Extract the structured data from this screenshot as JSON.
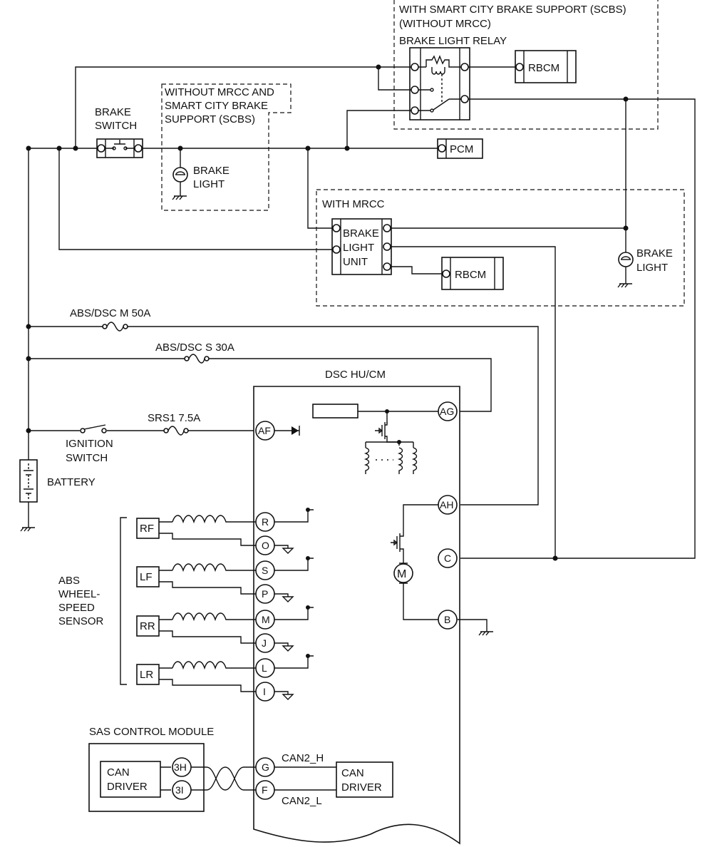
{
  "zones": {
    "scbs": {
      "line1": "WITH SMART CITY BRAKE SUPPORT (SCBS)",
      "line2": "(WITHOUT MRCC)"
    },
    "no_mrcc": {
      "line1": "WITHOUT MRCC AND",
      "line2": "SMART CITY BRAKE",
      "line3": "SUPPORT (SCBS)"
    },
    "mrcc": {
      "label": "WITH MRCC"
    }
  },
  "components": {
    "brake_light_relay": "BRAKE LIGHT RELAY",
    "rbcm": "RBCM",
    "brake_switch": {
      "line1": "BRAKE",
      "line2": "SWITCH"
    },
    "pcm": "PCM",
    "brake_light": {
      "line1": "BRAKE",
      "line2": "LIGHT"
    },
    "brake_light_unit": {
      "line1": "BRAKE",
      "line2": "LIGHT",
      "line3": "UNIT"
    },
    "ignition_switch": {
      "line1": "IGNITION",
      "line2": "SWITCH"
    },
    "battery": "BATTERY",
    "dsc": "DSC HU/CM",
    "motor": "M",
    "sensor_group": {
      "line1": "ABS",
      "line2": "WHEEL-",
      "line3": "SPEED",
      "line4": "SENSOR"
    },
    "sensors": [
      "RF",
      "LF",
      "RR",
      "LR"
    ],
    "sas": "SAS CONTROL MODULE",
    "can_driver": {
      "line1": "CAN",
      "line2": "DRIVER"
    }
  },
  "fuses": {
    "abs_m": "ABS/DSC M 50A",
    "abs_s": "ABS/DSC S 30A",
    "srs": "SRS1 7.5A"
  },
  "pins": {
    "AG": "AG",
    "AF": "AF",
    "AH": "AH",
    "C": "C",
    "B": "B",
    "R": "R",
    "O": "O",
    "S": "S",
    "P": "P",
    "M": "M",
    "J": "J",
    "L": "L",
    "I": "I",
    "G": "G",
    "F": "F",
    "3H": "3H",
    "3I": "3I"
  },
  "signals": {
    "can_h": "CAN2_H",
    "can_l": "CAN2_L"
  }
}
